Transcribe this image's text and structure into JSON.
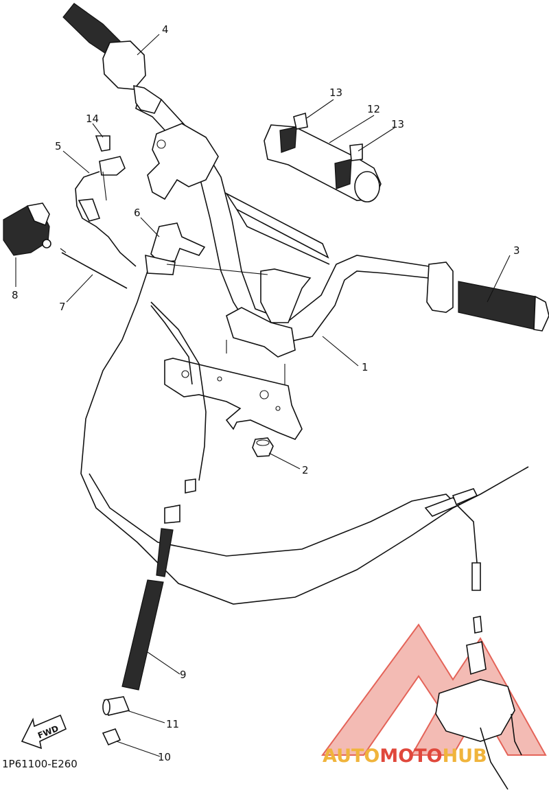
{
  "diagram": {
    "code": "1P61100-E260",
    "fwd_label": "FWD",
    "callouts": [
      {
        "id": "c1",
        "text": "1"
      },
      {
        "id": "c2",
        "text": "2"
      },
      {
        "id": "c3",
        "text": "3"
      },
      {
        "id": "c4",
        "text": "4"
      },
      {
        "id": "c5",
        "text": "5"
      },
      {
        "id": "c6",
        "text": "6"
      },
      {
        "id": "c7",
        "text": "7"
      },
      {
        "id": "c8",
        "text": "8"
      },
      {
        "id": "c9",
        "text": "9"
      },
      {
        "id": "c10",
        "text": "10"
      },
      {
        "id": "c11",
        "text": "11"
      },
      {
        "id": "c12",
        "text": "12"
      },
      {
        "id": "c13a",
        "text": "13"
      },
      {
        "id": "c13b",
        "text": "13"
      },
      {
        "id": "c14",
        "text": "14"
      }
    ]
  },
  "watermark": {
    "brand_part1": "AUTO",
    "brand_part2": "MOTO",
    "brand_part3": "HUB",
    "color_primary": "#e0483c",
    "color_secondary": "#f0b43c"
  }
}
